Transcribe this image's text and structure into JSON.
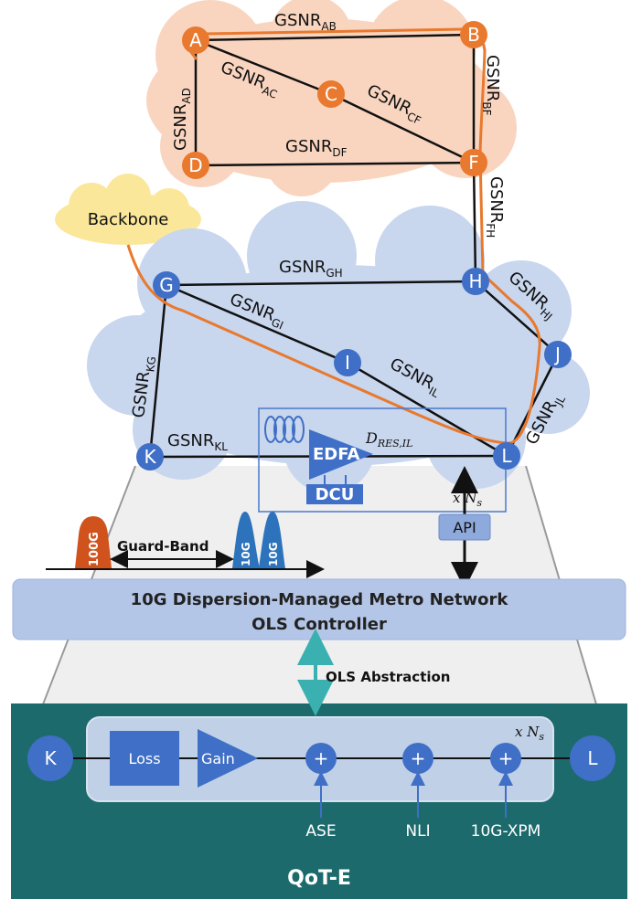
{
  "top_network": {
    "nodes": [
      "A",
      "B",
      "C",
      "D",
      "F"
    ],
    "links": {
      "AB": {
        "main": "GSNR",
        "sub": "AB"
      },
      "AD": {
        "main": "GSNR",
        "sub": "AD"
      },
      "AC": {
        "main": "GSNR",
        "sub": "AC"
      },
      "CF": {
        "main": "GSNR",
        "sub": "CF"
      },
      "BF": {
        "main": "GSNR",
        "sub": "BF"
      },
      "DF": {
        "main": "GSNR",
        "sub": "DF"
      },
      "FH": {
        "main": "GSNR",
        "sub": "FH"
      }
    }
  },
  "backbone": "Backbone",
  "metro_network": {
    "nodes": [
      "G",
      "H",
      "I",
      "J",
      "K",
      "L"
    ],
    "links": {
      "GH": {
        "main": "GSNR",
        "sub": "GH"
      },
      "GI": {
        "main": "GSNR",
        "sub": "GI"
      },
      "IL": {
        "main": "GSNR",
        "sub": "IL"
      },
      "KG": {
        "main": "GSNR",
        "sub": "KG"
      },
      "HJ": {
        "main": "GSNR",
        "sub": "HJ"
      },
      "JL": {
        "main": "GSNR",
        "sub": "JL"
      },
      "KL": {
        "main": "GSNR",
        "sub": "KL"
      }
    }
  },
  "span_box": {
    "edfa": "EDFA",
    "dcu": "DCU",
    "dres": "D",
    "dres_sub": "RES,IL",
    "repeat": "x N",
    "repeat_sub": "s"
  },
  "spectrum": {
    "ch100g": "100G",
    "ch10g_1": "10G",
    "ch10g_2": "10G",
    "guard": "Guard-Band"
  },
  "api": "API",
  "controller": {
    "line1": "10G Dispersion-Managed Metro Network",
    "line2": "OLS Controller"
  },
  "abstraction": "OLS Abstraction",
  "qot": {
    "title": "QoT-E",
    "node_left": "K",
    "node_right": "L",
    "loss": "Loss",
    "gain": "Gain",
    "plus": "+",
    "repeat": "x N",
    "repeat_sub": "s",
    "inputs": [
      "ASE",
      "NLI",
      "10G-XPM"
    ]
  },
  "colors": {
    "orange": "#e8792e",
    "blue_node": "#3f6fc6",
    "cloud_orange": "#f9d5c0",
    "cloud_blue": "#c8d6ee",
    "backbone_cloud": "#fbe79a",
    "controller_fill": "#b4c6e7",
    "qot_bg": "#1c6a6c",
    "teal_arrow": "#3ab0b0"
  }
}
